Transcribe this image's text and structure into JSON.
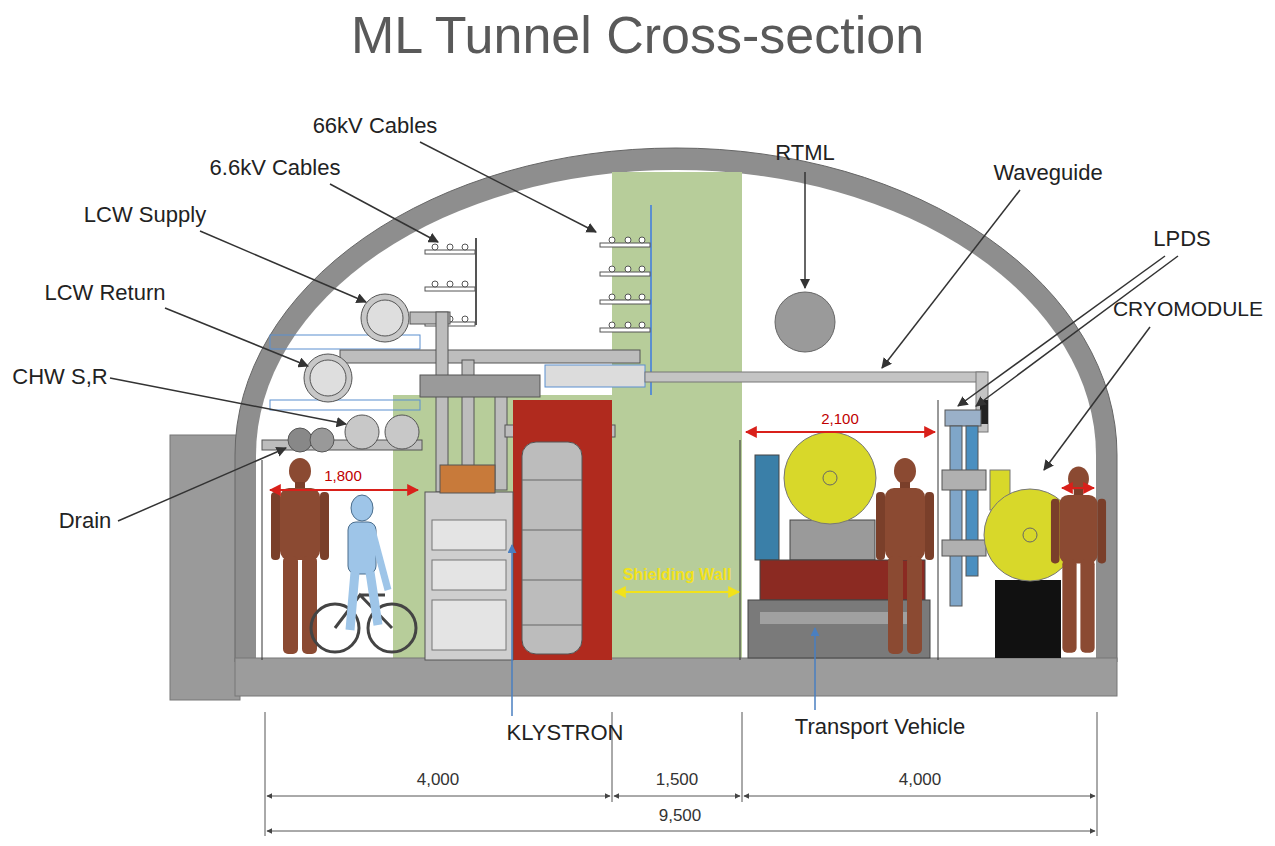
{
  "diagram": {
    "title": "ML Tunnel Cross-section",
    "labels": [
      "66kV Cables",
      "6.6kV Cables",
      "LCW Supply",
      "LCW Return",
      "CHW S,R",
      "Drain",
      "Waveguide",
      "RTML",
      "LPDS",
      "CRYOMODULE",
      "1,800",
      "2,100",
      "Shielding Wall",
      "KLYSTRON",
      "Transport Vehicle",
      "4,000",
      "1,500",
      "4,000",
      "9,500"
    ]
  }
}
